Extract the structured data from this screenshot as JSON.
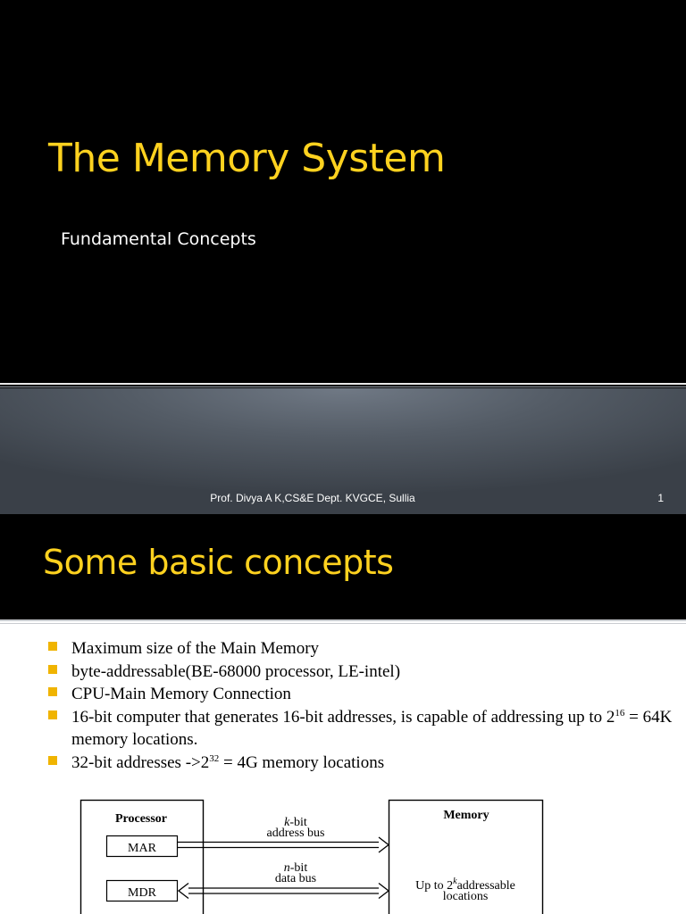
{
  "slide1": {
    "title": "The Memory System",
    "subtitle": "Fundamental Concepts",
    "footer": "Prof. Divya A K,CS&E Dept. KVGCE, Sullia",
    "page_number": "1"
  },
  "slide2": {
    "title": "Some basic concepts",
    "bullets": [
      {
        "text": "Maximum size of the Main Memory"
      },
      {
        "text": "byte-addressable(BE-68000 processor, LE-intel)"
      },
      {
        "text": "CPU-Main Memory Connection"
      },
      {
        "pre": "16-bit computer that generates 16-bit addresses, is capable of addressing up to 2",
        "sup": "16",
        "post": " = 64K memory locations."
      },
      {
        "pre": "32-bit addresses ->2",
        "sup": "32",
        "post": " = 4G memory locations"
      }
    ],
    "diagram": {
      "processor_label": "Processor",
      "mar_label": "MAR",
      "mdr_label": "MDR",
      "memory_label": "Memory",
      "address_bus_var": "k",
      "address_bus_suffix": "-bit",
      "address_bus_label": "address bus",
      "data_bus_var": "n",
      "data_bus_suffix": "-bit",
      "data_bus_label": "data bus",
      "memory_desc_pre": "Up to 2",
      "memory_desc_sup": "k",
      "memory_desc_post": "addressable",
      "memory_desc_line2": "locations"
    }
  },
  "colors": {
    "title_yellow": "#ffd21f",
    "bullet_orange": "#f0b400",
    "slide_background": "#000000"
  }
}
